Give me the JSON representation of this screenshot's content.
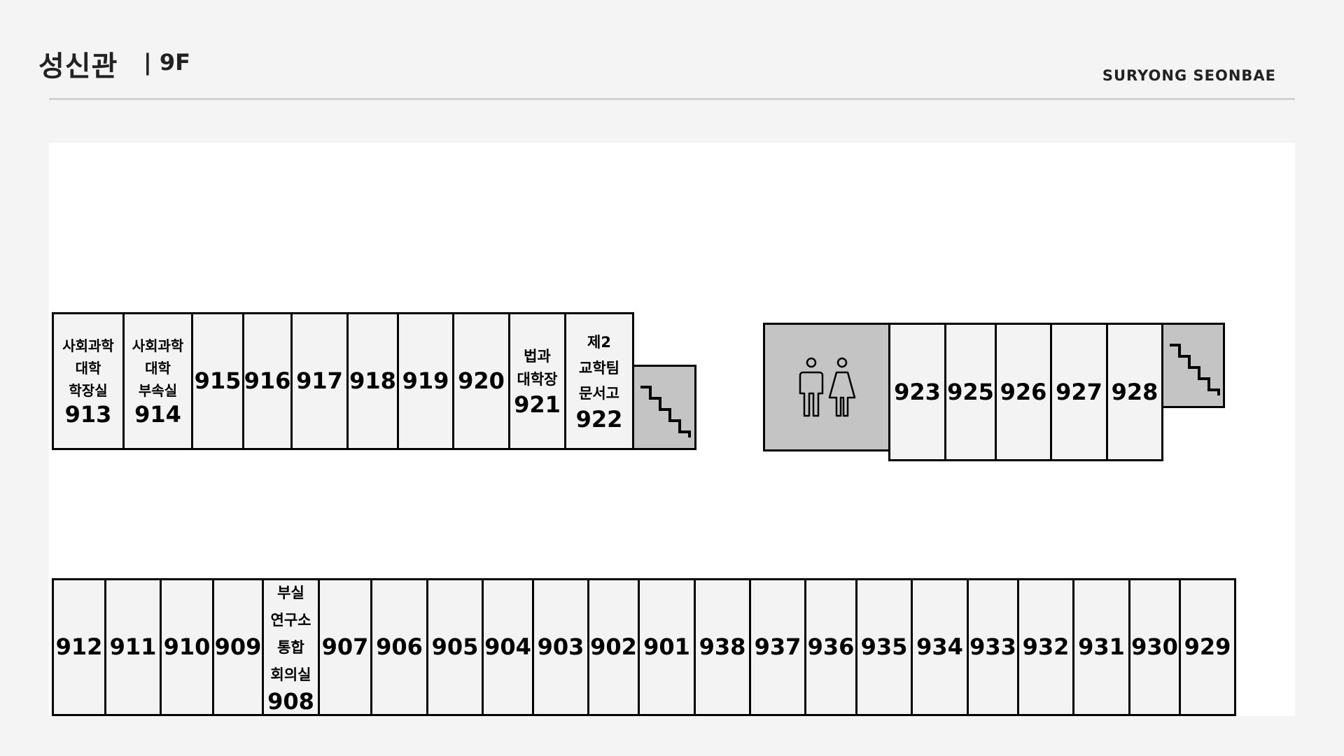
{
  "header": {
    "title": "성신관",
    "floor": "| 9F",
    "brand": "SURYONG SEONBAE"
  },
  "rooms": {
    "r913": {
      "name": "사회과학\n대학\n학장실",
      "num": "913"
    },
    "r914": {
      "name": "사회과학\n대학\n부속실",
      "num": "914"
    },
    "r915": {
      "num": "915"
    },
    "r916": {
      "num": "916"
    },
    "r917": {
      "num": "917"
    },
    "r918": {
      "num": "918"
    },
    "r919": {
      "num": "919"
    },
    "r920": {
      "num": "920"
    },
    "r921": {
      "name": "법과\n대학장",
      "num": "921"
    },
    "r922": {
      "name": "제2\n교학팀\n문서고",
      "num": "922"
    },
    "r923": {
      "num": "923"
    },
    "r925": {
      "num": "925"
    },
    "r926": {
      "num": "926"
    },
    "r927": {
      "num": "927"
    },
    "r928": {
      "num": "928"
    },
    "r912": {
      "num": "912"
    },
    "r911": {
      "num": "911"
    },
    "r910": {
      "num": "910"
    },
    "r909": {
      "num": "909"
    },
    "r908": {
      "name": "부실\n연구소\n통합\n회의실",
      "num": "908"
    },
    "r907": {
      "num": "907"
    },
    "r906": {
      "num": "906"
    },
    "r905": {
      "num": "905"
    },
    "r904": {
      "num": "904"
    },
    "r903": {
      "num": "903"
    },
    "r902": {
      "num": "902"
    },
    "r901": {
      "num": "901"
    },
    "r938": {
      "num": "938"
    },
    "r937": {
      "num": "937"
    },
    "r936": {
      "num": "936"
    },
    "r935": {
      "num": "935"
    },
    "r934": {
      "num": "934"
    },
    "r933": {
      "num": "933"
    },
    "r932": {
      "num": "932"
    },
    "r931": {
      "num": "931"
    },
    "r930": {
      "num": "930"
    },
    "r929": {
      "num": "929"
    }
  },
  "icons": {
    "stairs": "stairs-icon",
    "restroom": "restroom-icon"
  },
  "colors": {
    "room_fill": "#f3f3f3",
    "facility_fill": "#c4c4c4",
    "wall": "#000000",
    "background": "#f4f4f4"
  }
}
